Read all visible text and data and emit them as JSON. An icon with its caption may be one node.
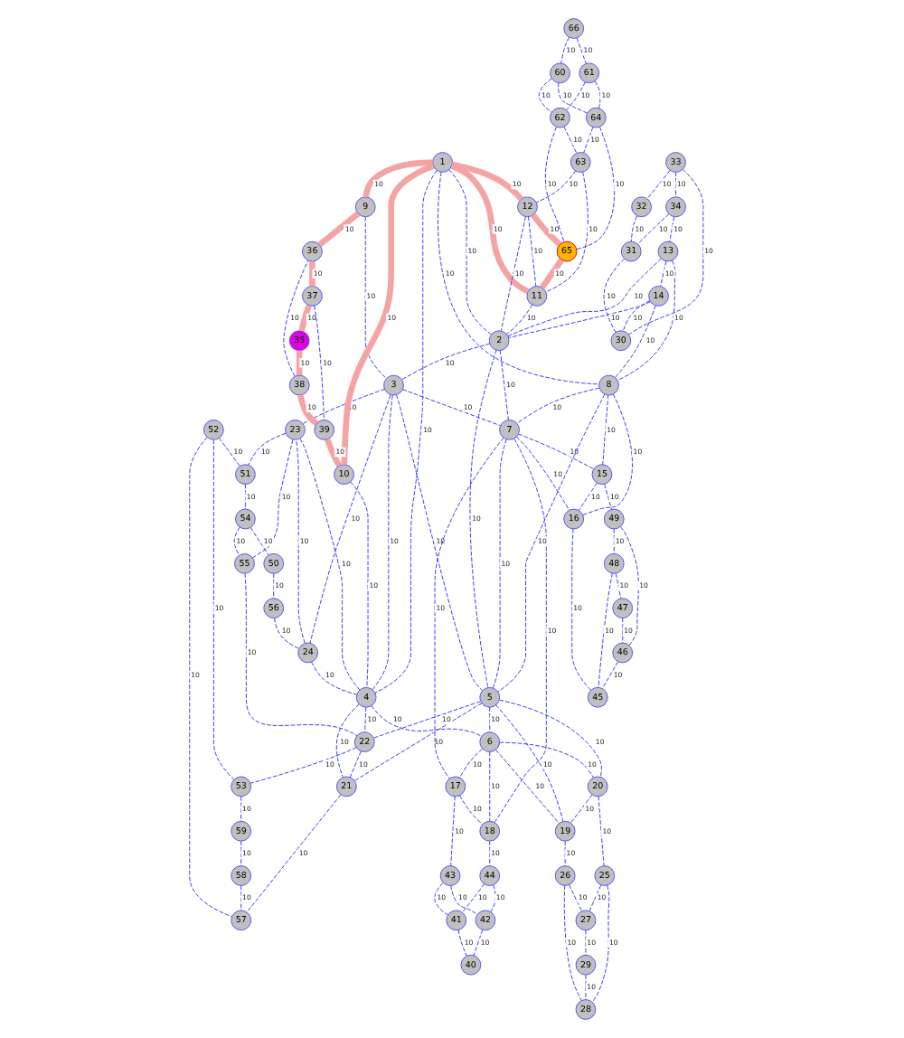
{
  "diagram": {
    "nodes": [
      {
        "text": [
          "1"
        ]
      },
      {
        "text": [
          "2"
        ]
      },
      {
        "text": [
          "3"
        ]
      },
      {
        "text": [
          "4"
        ]
      },
      {
        "text": [
          "5"
        ]
      },
      {
        "text": [
          "6"
        ]
      },
      {
        "text": [
          "7"
        ]
      },
      {
        "text": [
          "8"
        ]
      },
      {
        "text": [
          "9"
        ]
      },
      {
        "text": [
          "10"
        ]
      },
      {
        "text": [
          "11"
        ]
      },
      {
        "text": [
          "12"
        ]
      },
      {
        "text": [
          "13"
        ]
      },
      {
        "text": [
          "14"
        ]
      },
      {
        "text": [
          "15"
        ]
      },
      {
        "text": [
          "16"
        ]
      },
      {
        "text": [
          "17"
        ]
      },
      {
        "text": [
          "18"
        ]
      },
      {
        "text": [
          "19"
        ]
      },
      {
        "text": [
          "20"
        ]
      },
      {
        "text": [
          "21"
        ]
      },
      {
        "text": [
          "22"
        ]
      },
      {
        "text": [
          "23"
        ]
      },
      {
        "text": [
          "24"
        ]
      },
      {
        "text": [
          "25"
        ]
      },
      {
        "text": [
          "26"
        ]
      },
      {
        "text": [
          "27"
        ]
      },
      {
        "text": [
          "28"
        ]
      },
      {
        "text": [
          "29"
        ]
      },
      {
        "text": [
          "30"
        ]
      },
      {
        "text": [
          "31"
        ]
      },
      {
        "text": [
          "32"
        ]
      },
      {
        "text": [
          "33"
        ]
      },
      {
        "text": [
          "34"
        ]
      },
      {
        "text": [
          "35"
        ]
      },
      {
        "text": [
          "36"
        ]
      },
      {
        "text": [
          "37"
        ]
      },
      {
        "text": [
          "38"
        ]
      },
      {
        "text": [
          "39"
        ]
      },
      {
        "text": [
          "40"
        ]
      },
      {
        "text": [
          "41"
        ]
      },
      {
        "text": [
          "42"
        ]
      },
      {
        "text": [
          "43"
        ]
      },
      {
        "text": [
          "44"
        ]
      },
      {
        "text": [
          "45"
        ]
      },
      {
        "text": [
          "46"
        ]
      },
      {
        "text": [
          "47"
        ]
      },
      {
        "text": [
          "48"
        ]
      },
      {
        "text": [
          "49"
        ]
      },
      {
        "text": [
          "50"
        ]
      },
      {
        "text": [
          "51"
        ]
      },
      {
        "text": [
          "52"
        ]
      },
      {
        "text": [
          "53"
        ]
      },
      {
        "text": [
          "54"
        ]
      },
      {
        "text": [
          "55"
        ]
      },
      {
        "text": [
          "56"
        ]
      },
      {
        "text": [
          "57"
        ]
      },
      {
        "text": [
          "58"
        ]
      },
      {
        "text": [
          "59"
        ]
      },
      {
        "text": [
          "60"
        ]
      },
      {
        "text": [
          "61"
        ]
      },
      {
        "text": [
          "62"
        ]
      },
      {
        "text": [
          "63"
        ]
      },
      {
        "text": [
          "64"
        ]
      },
      {
        "text": [
          "65"
        ]
      },
      {
        "text": [
          "66"
        ]
      }
    ],
    "edges": [
      {
        "from": 34,
        "to": 37,
        "arrow": "none",
        "label": "10",
        "style": "thick",
        "color": "#f4a4a4"
      },
      {
        "from": 37,
        "to": 38,
        "arrow": "none",
        "label": "10",
        "style": "thick",
        "color": "#f4a4a4"
      },
      {
        "from": 38,
        "to": 9,
        "arrow": "none",
        "label": "10",
        "style": "thick",
        "color": "#f4a4a4"
      },
      {
        "from": 9,
        "to": 0,
        "arrow": "none",
        "label": "10",
        "style": "thick",
        "color": "#f4a4a4"
      },
      {
        "from": 0,
        "to": 8,
        "arrow": "none",
        "label": "10",
        "style": "thick",
        "color": "#f4a4a4"
      },
      {
        "from": 8,
        "to": 35,
        "arrow": "none",
        "label": "10",
        "style": "thick",
        "color": "#f4a4a4"
      },
      {
        "from": 35,
        "to": 36,
        "arrow": "none",
        "label": "10",
        "style": "thick",
        "color": "#f4a4a4"
      },
      {
        "from": 36,
        "to": 34,
        "arrow": "none",
        "label": "10",
        "style": "thick",
        "color": "#f4a4a4"
      },
      {
        "from": 0,
        "to": 11,
        "arrow": "none",
        "label": "10",
        "style": "thick",
        "color": "#f4a4a4"
      },
      {
        "from": 11,
        "to": 64,
        "arrow": "none",
        "label": "10",
        "style": "thick",
        "color": "#f4a4a4"
      },
      {
        "from": 64,
        "to": 10,
        "arrow": "none",
        "label": "10",
        "style": "thick",
        "color": "#f4a4a4"
      },
      {
        "from": 10,
        "to": 0,
        "arrow": "none",
        "label": "10",
        "style": "thick",
        "color": "#f4a4a4"
      },
      {
        "from": 36,
        "to": 38,
        "arrow": "none",
        "label": "10",
        "style": "dashed"
      },
      {
        "from": 37,
        "to": 35,
        "arrow": "none",
        "label": "10",
        "style": "dashed"
      },
      {
        "from": 8,
        "to": 2,
        "arrow": "none",
        "label": "10",
        "style": "dashed"
      },
      {
        "from": 9,
        "to": 3,
        "arrow": "none",
        "label": "10",
        "style": "dashed"
      },
      {
        "from": 65,
        "to": 60,
        "arrow": "none",
        "label": "10",
        "style": "dashed"
      },
      {
        "from": 65,
        "to": 59,
        "arrow": "none",
        "label": "10",
        "style": "dashed"
      },
      {
        "from": 60,
        "to": 61,
        "arrow": "none",
        "label": "10",
        "style": "dashed"
      },
      {
        "from": 59,
        "to": 63,
        "arrow": "none",
        "label": "10",
        "style": "dashed"
      },
      {
        "from": 59,
        "to": 61,
        "arrow": "none",
        "label": "10",
        "style": "dashed"
      },
      {
        "from": 60,
        "to": 63,
        "arrow": "none",
        "label": "10",
        "style": "dashed"
      },
      {
        "from": 63,
        "to": 64,
        "arrow": "none",
        "label": "10",
        "style": "dashed"
      },
      {
        "from": 61,
        "to": 62,
        "arrow": "none",
        "label": "10",
        "style": "dashed"
      },
      {
        "from": 63,
        "to": 62,
        "arrow": "none",
        "label": "10",
        "style": "dashed"
      },
      {
        "from": 61,
        "to": 64,
        "arrow": "none",
        "label": "10",
        "style": "dashed"
      },
      {
        "from": 62,
        "to": 11,
        "arrow": "none",
        "label": "10",
        "style": "dashed"
      },
      {
        "from": 62,
        "to": 10,
        "arrow": "none",
        "label": "10",
        "style": "dashed"
      },
      {
        "from": 11,
        "to": 10,
        "arrow": "none",
        "label": "10",
        "style": "dashed"
      },
      {
        "from": 11,
        "to": 1,
        "arrow": "none",
        "label": "10",
        "style": "dashed"
      },
      {
        "from": 10,
        "to": 1,
        "arrow": "none",
        "label": "10",
        "style": "dashed"
      },
      {
        "from": 0,
        "to": 1,
        "arrow": "none",
        "label": "10",
        "style": "dashed"
      },
      {
        "from": 32,
        "to": 31,
        "arrow": "none",
        "label": "10",
        "style": "dashed"
      },
      {
        "from": 31,
        "to": 30,
        "arrow": "none",
        "label": "10",
        "style": "dashed"
      },
      {
        "from": 30,
        "to": 29,
        "arrow": "none",
        "label": "10",
        "style": "dashed"
      },
      {
        "from": 32,
        "to": 33,
        "arrow": "none",
        "label": "10",
        "style": "dashed"
      },
      {
        "from": 32,
        "to": 29,
        "arrow": "none",
        "label": "10",
        "style": "dashed"
      },
      {
        "from": 33,
        "to": 30,
        "arrow": "none",
        "label": "10",
        "style": "dashed"
      },
      {
        "from": 33,
        "to": 12,
        "arrow": "none",
        "label": "10",
        "style": "dashed"
      },
      {
        "from": 12,
        "to": 13,
        "arrow": "none",
        "label": "10",
        "style": "dashed"
      },
      {
        "from": 13,
        "to": 29,
        "arrow": "none",
        "label": "10",
        "style": "dashed"
      },
      {
        "from": 12,
        "to": 1,
        "arrow": "none",
        "label": "10",
        "style": "dashed"
      },
      {
        "from": 13,
        "to": 1,
        "arrow": "none",
        "label": "10",
        "style": "dashed"
      },
      {
        "from": 12,
        "to": 7,
        "arrow": "none",
        "label": "10",
        "style": "dashed"
      },
      {
        "from": 13,
        "to": 7,
        "arrow": "none",
        "label": "10",
        "style": "dashed"
      },
      {
        "from": 1,
        "to": 2,
        "arrow": "none",
        "label": "10",
        "style": "dashed"
      },
      {
        "from": 0,
        "to": 3,
        "arrow": "none",
        "label": "10",
        "style": "dashed"
      },
      {
        "from": 0,
        "to": 7,
        "arrow": "none",
        "label": "10",
        "style": "dashed"
      },
      {
        "from": 1,
        "to": 6,
        "arrow": "none",
        "label": "10",
        "style": "dashed"
      },
      {
        "from": 1,
        "to": 4,
        "arrow": "none",
        "label": "10",
        "style": "dashed"
      },
      {
        "from": 2,
        "to": 6,
        "arrow": "none",
        "label": "10",
        "style": "dashed"
      },
      {
        "from": 2,
        "to": 3,
        "arrow": "none",
        "label": "10",
        "style": "dashed"
      },
      {
        "from": 2,
        "to": 23,
        "arrow": "none",
        "label": "10",
        "style": "dashed"
      },
      {
        "from": 2,
        "to": 22,
        "arrow": "none",
        "label": "10",
        "style": "dashed"
      },
      {
        "from": 23,
        "to": 3,
        "arrow": "none",
        "label": "10",
        "style": "dashed"
      },
      {
        "from": 22,
        "to": 3,
        "arrow": "none",
        "label": "10",
        "style": "dashed"
      },
      {
        "from": 2,
        "to": 4,
        "arrow": "none",
        "label": "10",
        "style": "dashed"
      },
      {
        "from": 3,
        "to": 5,
        "arrow": "none",
        "label": "10",
        "style": "dashed"
      },
      {
        "from": 3,
        "to": 21,
        "arrow": "none",
        "label": "10",
        "style": "dashed"
      },
      {
        "from": 3,
        "to": 20,
        "arrow": "none",
        "label": "10",
        "style": "dashed"
      },
      {
        "from": 4,
        "to": 5,
        "arrow": "none",
        "label": "10",
        "style": "dashed"
      },
      {
        "from": 7,
        "to": 4,
        "arrow": "none",
        "label": "10",
        "style": "dashed"
      },
      {
        "from": 6,
        "to": 4,
        "arrow": "none",
        "label": "10",
        "style": "dashed"
      },
      {
        "from": 7,
        "to": 6,
        "arrow": "none",
        "label": "10",
        "style": "dashed"
      },
      {
        "from": 7,
        "to": 14,
        "arrow": "none",
        "label": "10",
        "style": "dashed"
      },
      {
        "from": 7,
        "to": 15,
        "arrow": "none",
        "label": "10",
        "style": "dashed"
      },
      {
        "from": 6,
        "to": 14,
        "arrow": "none",
        "label": "10",
        "style": "dashed"
      },
      {
        "from": 6,
        "to": 15,
        "arrow": "none",
        "label": "10",
        "style": "dashed"
      },
      {
        "from": 14,
        "to": 15,
        "arrow": "none",
        "label": "10",
        "style": "dashed"
      },
      {
        "from": 14,
        "to": 48,
        "arrow": "none",
        "label": "10",
        "style": "dashed"
      },
      {
        "from": 15,
        "to": 44,
        "arrow": "none",
        "label": "10",
        "style": "dashed"
      },
      {
        "from": 48,
        "to": 47,
        "arrow": "none",
        "label": "10",
        "style": "dashed"
      },
      {
        "from": 47,
        "to": 46,
        "arrow": "none",
        "label": "10",
        "style": "dashed"
      },
      {
        "from": 46,
        "to": 45,
        "arrow": "none",
        "label": "10",
        "style": "dashed"
      },
      {
        "from": 45,
        "to": 44,
        "arrow": "none",
        "label": "10",
        "style": "dashed"
      },
      {
        "from": 48,
        "to": 45,
        "arrow": "none",
        "label": "10",
        "style": "dashed"
      },
      {
        "from": 47,
        "to": 44,
        "arrow": "none",
        "label": "10",
        "style": "dashed"
      },
      {
        "from": 6,
        "to": 16,
        "arrow": "none",
        "label": "10",
        "style": "dashed"
      },
      {
        "from": 6,
        "to": 17,
        "arrow": "none",
        "label": "10",
        "style": "dashed"
      },
      {
        "from": 5,
        "to": 16,
        "arrow": "none",
        "label": "10",
        "style": "dashed"
      },
      {
        "from": 5,
        "to": 17,
        "arrow": "none",
        "label": "10",
        "style": "dashed"
      },
      {
        "from": 16,
        "to": 17,
        "arrow": "none",
        "label": "10",
        "style": "dashed"
      },
      {
        "from": 16,
        "to": 42,
        "arrow": "none",
        "label": "10",
        "style": "dashed"
      },
      {
        "from": 17,
        "to": 43,
        "arrow": "none",
        "label": "10",
        "style": "dashed"
      },
      {
        "from": 42,
        "to": 40,
        "arrow": "none",
        "label": "10",
        "style": "dashed"
      },
      {
        "from": 42,
        "to": 41,
        "arrow": "none",
        "label": "10",
        "style": "dashed"
      },
      {
        "from": 43,
        "to": 40,
        "arrow": "none",
        "label": "10",
        "style": "dashed"
      },
      {
        "from": 43,
        "to": 41,
        "arrow": "none",
        "label": "10",
        "style": "dashed"
      },
      {
        "from": 41,
        "to": 39,
        "arrow": "none",
        "label": "10",
        "style": "dashed"
      },
      {
        "from": 40,
        "to": 39,
        "arrow": "none",
        "label": "10",
        "style": "dashed"
      },
      {
        "from": 4,
        "to": 19,
        "arrow": "none",
        "label": "10",
        "style": "dashed"
      },
      {
        "from": 4,
        "to": 18,
        "arrow": "none",
        "label": "10",
        "style": "dashed"
      },
      {
        "from": 5,
        "to": 19,
        "arrow": "none",
        "label": "10",
        "style": "dashed"
      },
      {
        "from": 5,
        "to": 18,
        "arrow": "none",
        "label": "10",
        "style": "dashed"
      },
      {
        "from": 19,
        "to": 18,
        "arrow": "none",
        "label": "10",
        "style": "dashed"
      },
      {
        "from": 19,
        "to": 24,
        "arrow": "none",
        "label": "10",
        "style": "dashed"
      },
      {
        "from": 18,
        "to": 25,
        "arrow": "none",
        "label": "10",
        "style": "dashed"
      },
      {
        "from": 24,
        "to": 26,
        "arrow": "none",
        "label": "10",
        "style": "dashed"
      },
      {
        "from": 24,
        "to": 27,
        "arrow": "none",
        "label": "10",
        "style": "dashed"
      },
      {
        "from": 25,
        "to": 26,
        "arrow": "none",
        "label": "10",
        "style": "dashed"
      },
      {
        "from": 25,
        "to": 27,
        "arrow": "none",
        "label": "10",
        "style": "dashed"
      },
      {
        "from": 26,
        "to": 28,
        "arrow": "none",
        "label": "10",
        "style": "dashed"
      },
      {
        "from": 28,
        "to": 27,
        "arrow": "none",
        "label": "10",
        "style": "dashed"
      },
      {
        "from": 4,
        "to": 21,
        "arrow": "none",
        "label": "10",
        "style": "dashed"
      },
      {
        "from": 4,
        "to": 20,
        "arrow": "none",
        "label": "10",
        "style": "dashed"
      },
      {
        "from": 21,
        "to": 20,
        "arrow": "none",
        "label": "10",
        "style": "dashed"
      },
      {
        "from": 20,
        "to": 56,
        "arrow": "none",
        "label": "10",
        "style": "dashed"
      },
      {
        "from": 51,
        "to": 56,
        "arrow": "none",
        "label": "10",
        "style": "dashed"
      },
      {
        "from": 21,
        "to": 52,
        "arrow": "none",
        "label": "10",
        "style": "dashed"
      },
      {
        "from": 51,
        "to": 52,
        "arrow": "none",
        "label": "10",
        "style": "dashed"
      },
      {
        "from": 52,
        "to": 58,
        "arrow": "none",
        "label": "10",
        "style": "dashed"
      },
      {
        "from": 58,
        "to": 57,
        "arrow": "none",
        "label": "10",
        "style": "dashed"
      },
      {
        "from": 57,
        "to": 56,
        "arrow": "none",
        "label": "10",
        "style": "dashed"
      },
      {
        "from": 51,
        "to": 50,
        "arrow": "none",
        "label": "10",
        "style": "dashed"
      },
      {
        "from": 50,
        "to": 53,
        "arrow": "none",
        "label": "10",
        "style": "dashed"
      },
      {
        "from": 53,
        "to": 49,
        "arrow": "none",
        "label": "10",
        "style": "dashed"
      },
      {
        "from": 49,
        "to": 55,
        "arrow": "none",
        "label": "10",
        "style": "dashed"
      },
      {
        "from": 55,
        "to": 23,
        "arrow": "none",
        "label": "10",
        "style": "dashed"
      },
      {
        "from": 23,
        "to": 22,
        "arrow": "none",
        "label": "10",
        "style": "dashed"
      },
      {
        "from": 22,
        "to": 54,
        "arrow": "none",
        "label": "10",
        "style": "dashed"
      },
      {
        "from": 54,
        "to": 21,
        "arrow": "none",
        "label": "10",
        "style": "dashed"
      },
      {
        "from": 53,
        "to": 54,
        "arrow": "none",
        "label": "10",
        "style": "dashed"
      },
      {
        "from": 22,
        "to": 50,
        "arrow": "none",
        "label": "10",
        "style": "dashed"
      }
    ]
  }
}
